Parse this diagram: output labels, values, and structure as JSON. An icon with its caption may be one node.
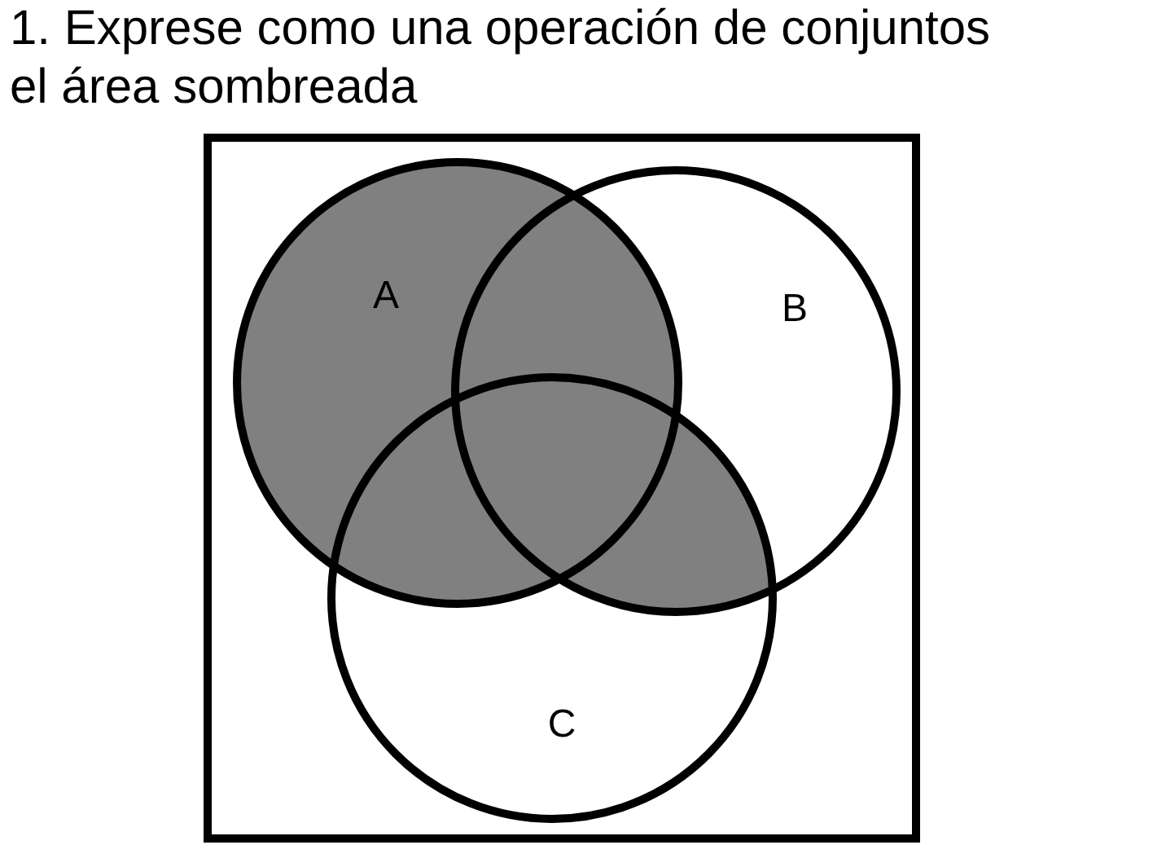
{
  "diagram": {
    "title": "1. Exprese como una operación de conjuntos el área sombreada",
    "nodes": [
      {
        "text": [],
        "shape": "box"
      },
      {
        "text": [
          "A"
        ],
        "in": 0
      },
      {
        "text": [
          "B"
        ],
        "in": 0
      },
      {
        "text": [
          "C"
        ],
        "in": 0
      }
    ],
    "edges": []
  }
}
